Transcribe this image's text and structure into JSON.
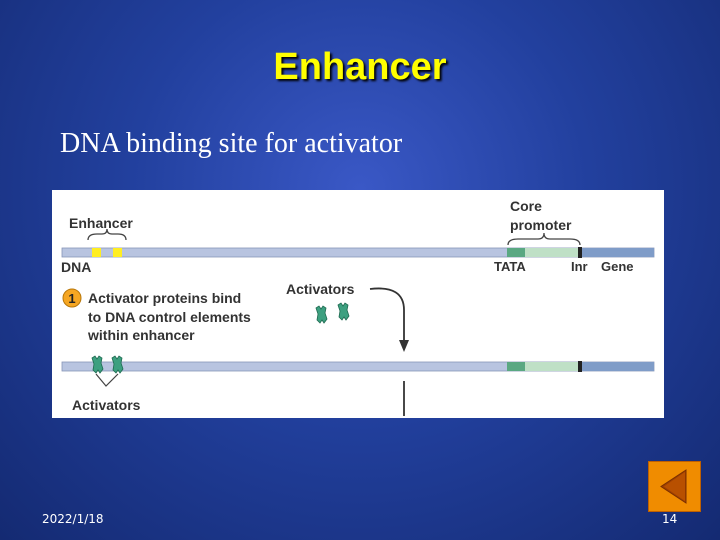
{
  "slide": {
    "title": "Enhancer",
    "subtitle": "DNA binding site for activator",
    "date": "2022/1/18",
    "page_number": "14"
  },
  "figure": {
    "enhancer_label": "Enhancer",
    "dna_label": "DNA",
    "core_promoter_line1": "Core",
    "core_promoter_line2": "promoter",
    "tata_label": "TATA",
    "inr_label": "Inr",
    "gene_label": "Gene",
    "step_number": "1",
    "step_text_line1": "Activator proteins bind",
    "step_text_line2": "to DNA control elements",
    "step_text_line3": "within enhancer",
    "activators_top_label": "Activators",
    "activators_bottom_label": "Activators"
  },
  "colors": {
    "title": "#ffff00",
    "background": "#22409e",
    "dna_strand": "#b8c4e0",
    "enhancer_site": "#ffee22",
    "tata_box": "#5aa882",
    "promoter_region": "#bfe0c6",
    "gene_region": "#7f9cc8",
    "activator_protein": "#3da080",
    "step_circle": "#f5a623",
    "nav_button": "#f08c00"
  },
  "icons": {
    "nav_button": "previous-triangle-icon",
    "activator": "activator-protein-icon"
  }
}
